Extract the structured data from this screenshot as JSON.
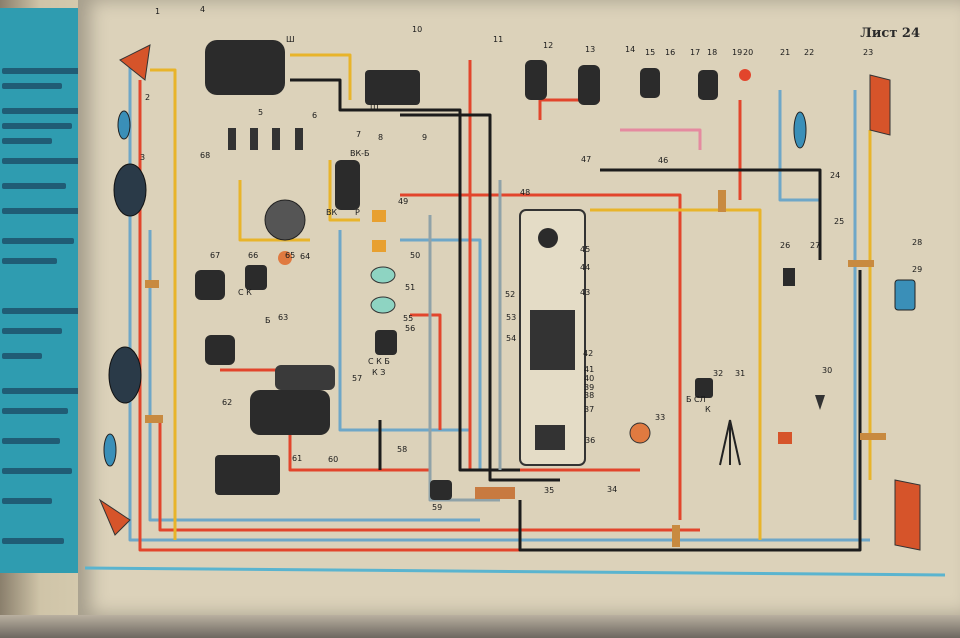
{
  "page": {
    "sheet_label": "Лист 24"
  },
  "colors": {
    "paper": "#dcd2ba",
    "wire_red": "#e2452c",
    "wire_yellow": "#e8b42a",
    "wire_blue": "#6ea7c8",
    "wire_black": "#1c1c1c",
    "wire_pink": "#e58aa0",
    "wire_grey": "#8fa2a8",
    "component_dark": "#2b2b2b",
    "lamp_blue": "#3a8fb8",
    "lamp_orange": "#d6542a",
    "teal_panel": "#2f9cb0"
  },
  "components": [
    {
      "n": "1"
    },
    {
      "n": "2"
    },
    {
      "n": "3"
    },
    {
      "n": "4"
    },
    {
      "n": "5"
    },
    {
      "n": "6"
    },
    {
      "n": "7"
    },
    {
      "n": "8"
    },
    {
      "n": "9"
    },
    {
      "n": "10"
    },
    {
      "n": "11"
    },
    {
      "n": "12"
    },
    {
      "n": "13"
    },
    {
      "n": "14"
    },
    {
      "n": "15"
    },
    {
      "n": "16"
    },
    {
      "n": "17"
    },
    {
      "n": "18"
    },
    {
      "n": "19"
    },
    {
      "n": "20"
    },
    {
      "n": "21"
    },
    {
      "n": "22"
    },
    {
      "n": "23"
    },
    {
      "n": "24"
    },
    {
      "n": "25"
    },
    {
      "n": "26"
    },
    {
      "n": "27"
    },
    {
      "n": "28"
    },
    {
      "n": "29"
    },
    {
      "n": "30"
    },
    {
      "n": "31"
    },
    {
      "n": "32"
    },
    {
      "n": "33"
    },
    {
      "n": "34"
    },
    {
      "n": "35"
    },
    {
      "n": "36"
    },
    {
      "n": "37"
    },
    {
      "n": "38"
    },
    {
      "n": "39"
    },
    {
      "n": "40"
    },
    {
      "n": "41"
    },
    {
      "n": "42"
    },
    {
      "n": "43"
    },
    {
      "n": "44"
    },
    {
      "n": "45"
    },
    {
      "n": "46"
    },
    {
      "n": "47"
    },
    {
      "n": "48"
    },
    {
      "n": "49"
    },
    {
      "n": "50"
    },
    {
      "n": "51"
    },
    {
      "n": "52"
    },
    {
      "n": "53"
    },
    {
      "n": "54"
    },
    {
      "n": "55"
    },
    {
      "n": "56"
    },
    {
      "n": "57"
    },
    {
      "n": "58"
    },
    {
      "n": "59"
    },
    {
      "n": "60"
    },
    {
      "n": "61"
    },
    {
      "n": "62"
    },
    {
      "n": "63"
    },
    {
      "n": "64"
    },
    {
      "n": "65"
    },
    {
      "n": "66"
    },
    {
      "n": "67"
    },
    {
      "n": "68"
    }
  ],
  "terminal_labels": {
    "sh1": "Ш",
    "sh2": "Ш",
    "vk_b": "ВК-Б",
    "vk": "ВК",
    "p": "Р",
    "s_k": "С К",
    "b1": "Б",
    "s_k_b": "С К Б",
    "k_z": "К З",
    "k": "К",
    "b_sl": "Б СЛ"
  }
}
